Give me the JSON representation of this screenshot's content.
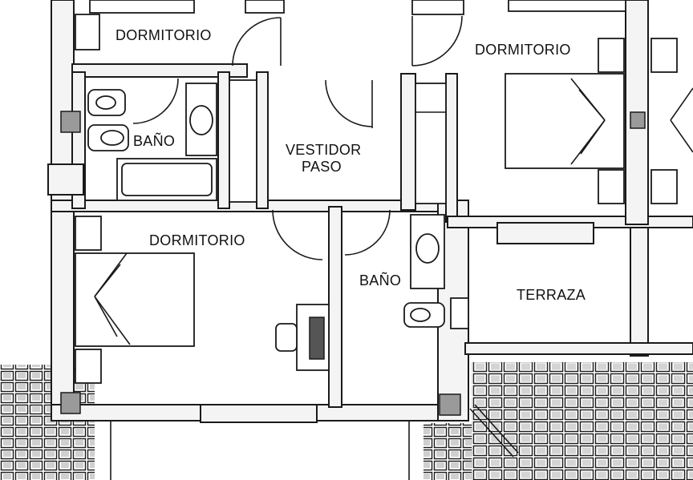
{
  "rooms": [
    {
      "id": "dormitorio-top-left",
      "label": "DORMITORIO"
    },
    {
      "id": "dormitorio-top-right",
      "label": "DORMITORIO"
    },
    {
      "id": "bano-left",
      "label": "BAÑO"
    },
    {
      "id": "vestidor-paso-line1",
      "label": "VESTIDOR"
    },
    {
      "id": "vestidor-paso-line2",
      "label": "PASO"
    },
    {
      "id": "dormitorio-main",
      "label": "DORMITORIO"
    },
    {
      "id": "bano-right",
      "label": "BAÑO"
    },
    {
      "id": "terraza",
      "label": "TERRAZA"
    }
  ],
  "colors": {
    "line": "#1a1a1a",
    "wall_fill": "#f4f4f4",
    "column_fill": "#9a9a9a",
    "background": "#ffffff"
  }
}
